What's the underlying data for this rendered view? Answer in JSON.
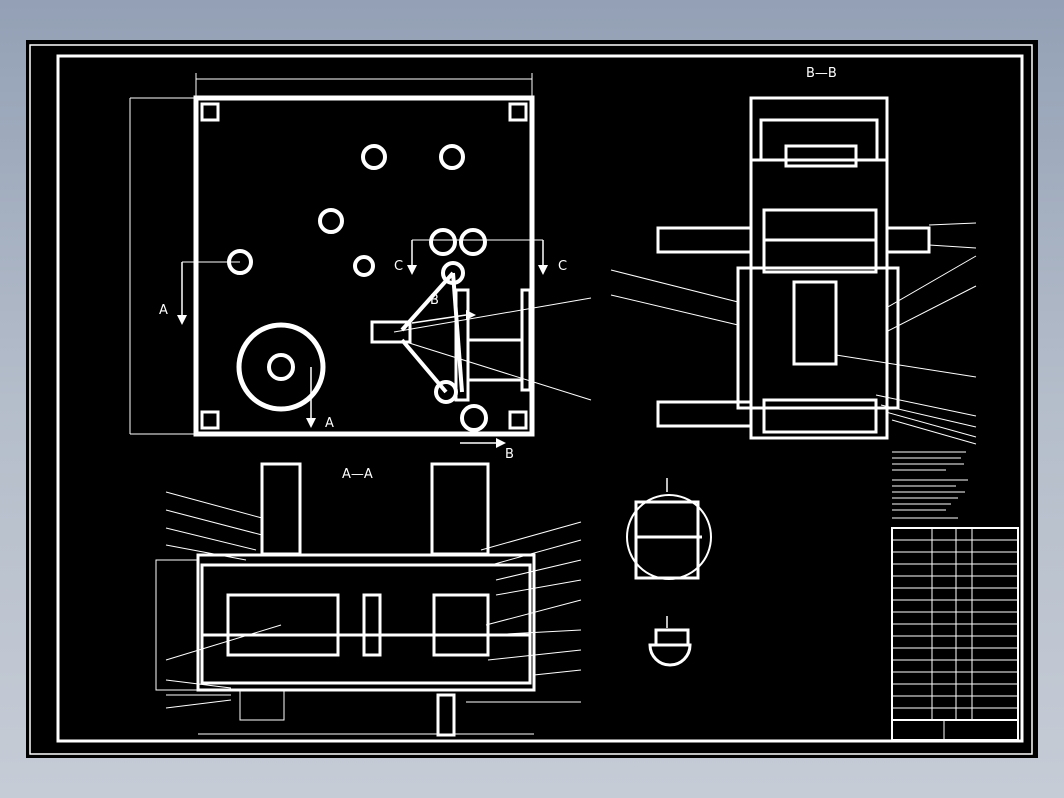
{
  "colors": {
    "line": "#ffffff",
    "background": "#000000",
    "app_frame": "#a9b4c4"
  },
  "views": {
    "section_aa": {
      "title": "A—A"
    },
    "section_bb": {
      "title": "B—B"
    },
    "section_cc": {
      "title": "C"
    }
  },
  "markers": {
    "a_upper": "A",
    "a_lower": "A",
    "b_upper": "B",
    "b_lower": "B",
    "c_left": "C",
    "c_right": "C"
  }
}
